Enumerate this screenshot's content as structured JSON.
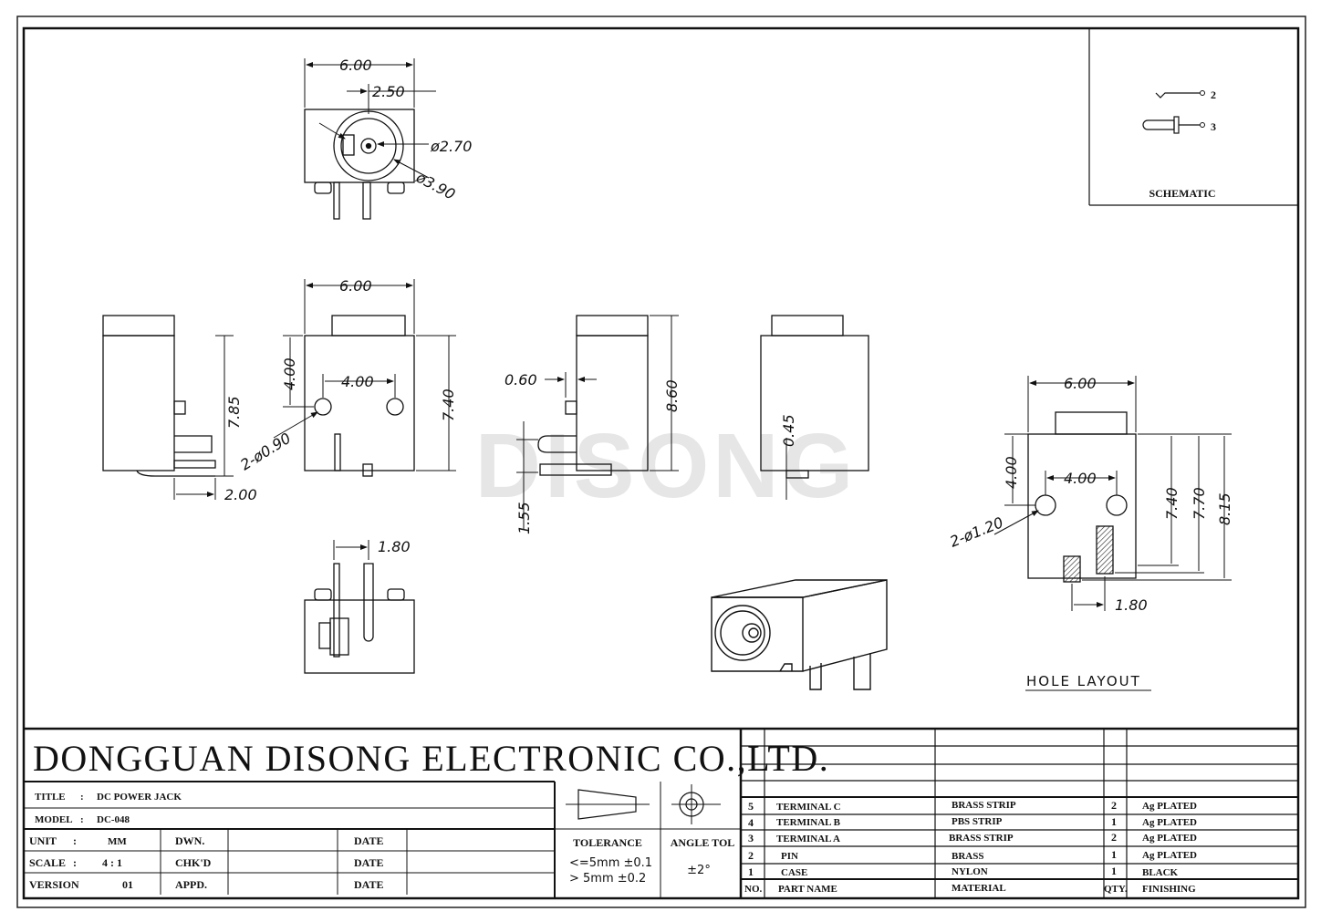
{
  "company": "DONGGUAN DISONG ELECTRONIC CO.,LTD.",
  "watermark": "DISONG",
  "schematic": {
    "title": "SCHEMATIC",
    "pin_a": "2",
    "pin_b": "3"
  },
  "hole_layout_label": "HOLE LAYOUT",
  "dimensions": {
    "top_width": "6.00",
    "top_offset": "2.50",
    "dia_inner": "ø2.70",
    "dia_outer": "ø3.90",
    "front_width": "6.00",
    "front_height": "7.40",
    "front_top": "4.00",
    "front_pitch": "4.00",
    "front_holes": "2-ø0.90",
    "left_height": "7.85",
    "left_bottom": "2.00",
    "side_height": "8.60",
    "side_width": "0.60",
    "side_pin": "1.55",
    "right_pin": "0.45",
    "bottom_offset": "1.80",
    "hole_width": "6.00",
    "hole_top": "4.00",
    "hole_pitch": "4.00",
    "hole_dia": "2-ø1.20",
    "hole_h1": "7.40",
    "hole_h2": "7.70",
    "hole_h3": "8.15",
    "hole_offset": "1.80"
  },
  "title_block": {
    "title_label": "TITLE",
    "title_value": "DC POWER JACK",
    "model_label": "MODEL",
    "model_value": "DC-048",
    "unit_label": "UNIT",
    "unit_value": "MM",
    "scale_label": "SCALE",
    "scale_value": "4 : 1",
    "version_label": "VERSION",
    "version_value": "01",
    "dwn": "DWN.",
    "chkd": "CHK'D",
    "appd": "APPD.",
    "date": "DATE",
    "tolerance_label": "TOLERANCE",
    "tol_line1": "<=5mm  ±0.1",
    "tol_line2": "> 5mm  ±0.2",
    "angle_label": "ANGLE TOL",
    "angle_value": "±2°"
  },
  "bom": {
    "header": {
      "no": "NO.",
      "name": "PART  NAME",
      "material": "MATERIAL",
      "qty": "QTY.",
      "finish": "FINISHING"
    },
    "rows": [
      {
        "no": "5",
        "name": "TERMINAL C",
        "material": "BRASS STRIP",
        "qty": "2",
        "finish": "Ag PLATED"
      },
      {
        "no": "4",
        "name": "TERMINAL B",
        "material": "PBS STRIP",
        "qty": "1",
        "finish": "Ag PLATED"
      },
      {
        "no": "3",
        "name": "TERMINAL A",
        "material": "BRASS STRIP",
        "qty": "2",
        "finish": "Ag PLATED"
      },
      {
        "no": "2",
        "name": "PIN",
        "material": "BRASS",
        "qty": "1",
        "finish": "Ag PLATED"
      },
      {
        "no": "1",
        "name": "CASE",
        "material": "NYLON",
        "qty": "1",
        "finish": "BLACK"
      }
    ]
  }
}
